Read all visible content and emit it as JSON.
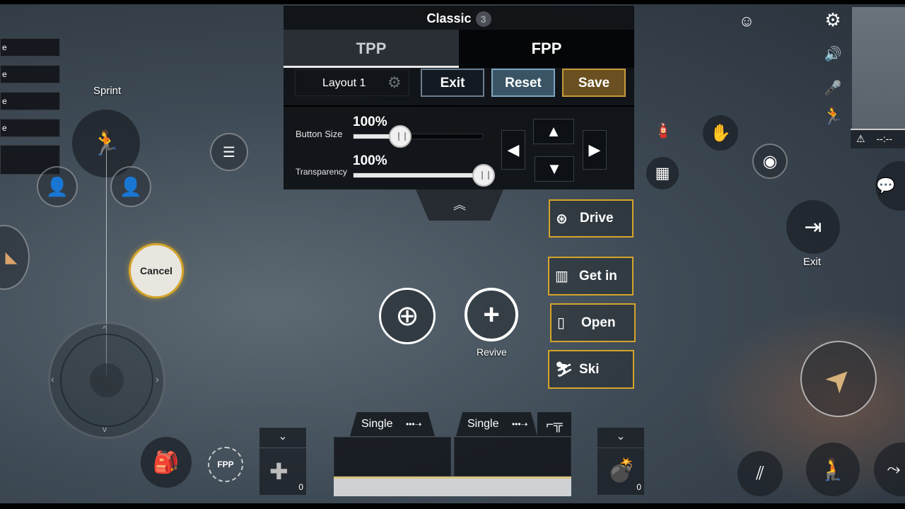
{
  "panel": {
    "title": "Classic",
    "badge": "3",
    "tabs": {
      "tpp": "TPP",
      "fpp": "FPP"
    },
    "layout_label": "Layout 1",
    "buttons": {
      "exit": "Exit",
      "reset": "Reset",
      "save": "Save"
    },
    "button_size": {
      "label": "Button Size",
      "value_text": "100%",
      "fraction": 0.36
    },
    "transparency": {
      "label": "Transparency",
      "value_text": "100%",
      "fraction": 1.0
    }
  },
  "left": {
    "sprint_label": "Sprint",
    "cancel_label": "Cancel",
    "fpp_toggle": "FPP"
  },
  "center": {
    "revive_label": "Revive"
  },
  "actions": {
    "drive": "Drive",
    "get_in": "Get in",
    "open": "Open",
    "ski": "Ski"
  },
  "weapons": {
    "slot1_mode": "Single",
    "slot2_mode": "Single"
  },
  "items": {
    "medkit_count": "0",
    "grenade_count": "0"
  },
  "right": {
    "exit_label": "Exit",
    "status_text": "--:--"
  },
  "colors": {
    "accent_gold": "#d4a52a",
    "save": "#6a4f20",
    "reset": "#3a5466"
  }
}
